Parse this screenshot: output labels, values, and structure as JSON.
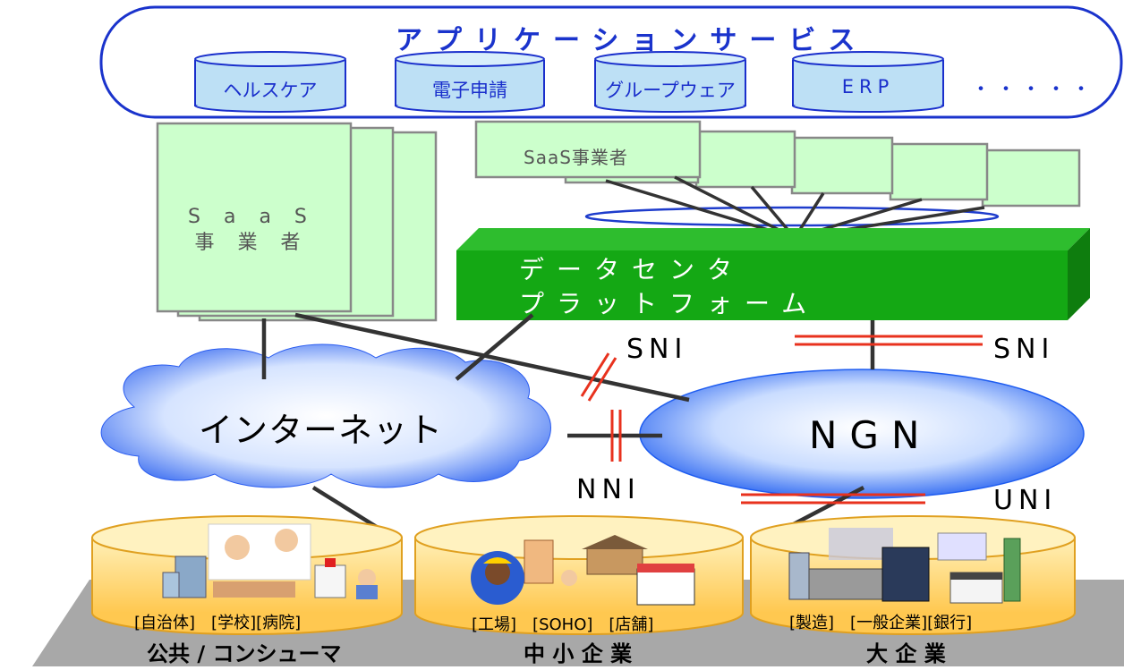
{
  "app_services": {
    "title": "アプリケーションサービス",
    "items": [
      "ヘルスケア",
      "電子申請",
      "グループウェア",
      "ERP"
    ],
    "more": "・・・・・"
  },
  "saas_left": {
    "line1": "SaaS",
    "line2": "事業者"
  },
  "saas_top": {
    "label": "SaaS事業者"
  },
  "datacenter": {
    "line1": "データセンタ",
    "line2": "プラットフォーム"
  },
  "interfaces": {
    "sni_left": "SNI",
    "sni_right": "SNI",
    "nni": "NNI",
    "uni": "UNI"
  },
  "networks": {
    "internet": "インターネット",
    "ngn": "NGN"
  },
  "segments": [
    {
      "categories": "[自治体]　[学校][病院]",
      "label": "公共 / コンシューマ"
    },
    {
      "categories": "[工場]　[SOHO]　[店舗]",
      "label": "中 小 企 業"
    },
    {
      "categories": "[製造]　[一般企業][銀行]",
      "label": "大 企 業"
    }
  ],
  "colors": {
    "app_blue": "#1a33cc",
    "db_fill": "#bde0f5",
    "saas_fill": "#ccffcc",
    "dc_green": "#14a814",
    "ngn_blue": "#1e5cf0",
    "interface_red": "#e8321e",
    "segment_yellow": "#ffd470",
    "floor_gray": "#a8a8a8"
  }
}
